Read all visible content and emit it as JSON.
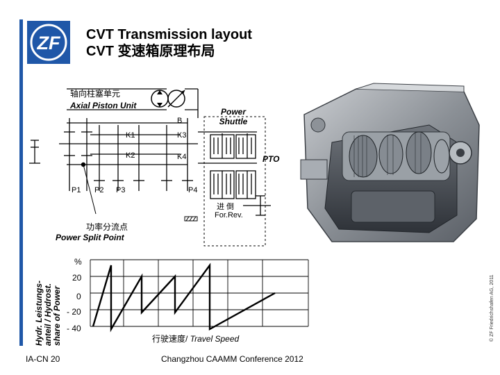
{
  "slide": {
    "title_en": "CVT Transmission layout",
    "title_cn": "CVT 变速箱原理布局",
    "logo_text": "ZF",
    "footer_left": "IA-CN 20",
    "footer_center": "Changzhou CAAMM Conference 2012",
    "copyright": "© ZF Friedrichshafen AG, 2011",
    "accent_color": "#1f57a8"
  },
  "schematic": {
    "axial_piston_cn": "轴向柱塞单元",
    "axial_piston_en": "Axial Piston Unit",
    "power_shuttle": "Power Shuttle",
    "b": "B",
    "k1": "K1",
    "k2": "K2",
    "k3": "K3",
    "k4": "K4",
    "p1": "P1",
    "p2": "P2",
    "p3": "P3",
    "p4": "P4",
    "pto": "PTO",
    "for_rev_cn": "进  倒",
    "for_rev_en": "For.Rev.",
    "split_cn": "功率分流点",
    "split_en": "Power Split Point"
  },
  "graph": {
    "ylabel_lines": [
      "Hydr. Leistungs-",
      "anteil / Hydrost.",
      "share of Power"
    ],
    "unit": "%",
    "yticks": [
      "20",
      "0",
      "- 20",
      "- 40"
    ],
    "xlabel_cn": "行驶速度/",
    "xlabel_en": " Travel Speed"
  }
}
